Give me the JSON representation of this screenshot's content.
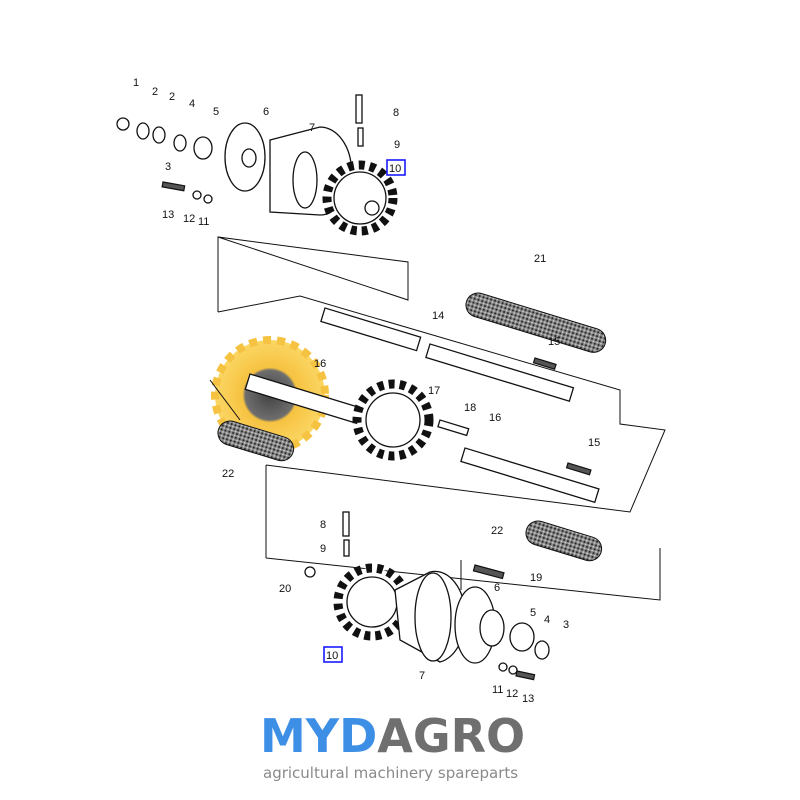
{
  "diagram": {
    "callouts_top": [
      "1",
      "2",
      "2",
      "4",
      "5",
      "6",
      "7",
      "8",
      "9",
      "10",
      "3",
      "13",
      "12",
      "11"
    ],
    "callouts_middle": [
      "21",
      "14",
      "15",
      "16",
      "17",
      "18",
      "16",
      "15",
      "22"
    ],
    "callouts_bottom": [
      "8",
      "9",
      "22",
      "19",
      "6",
      "20",
      "5",
      "4",
      "3",
      "10",
      "7",
      "11",
      "12",
      "13"
    ]
  },
  "watermark": {
    "brand_blue": "MYD",
    "brand_gray": "AGRO",
    "tagline": "agricultural machinery spareparts",
    "blue_color": "#3d8fe6",
    "gray_color": "#6f6f6f"
  }
}
